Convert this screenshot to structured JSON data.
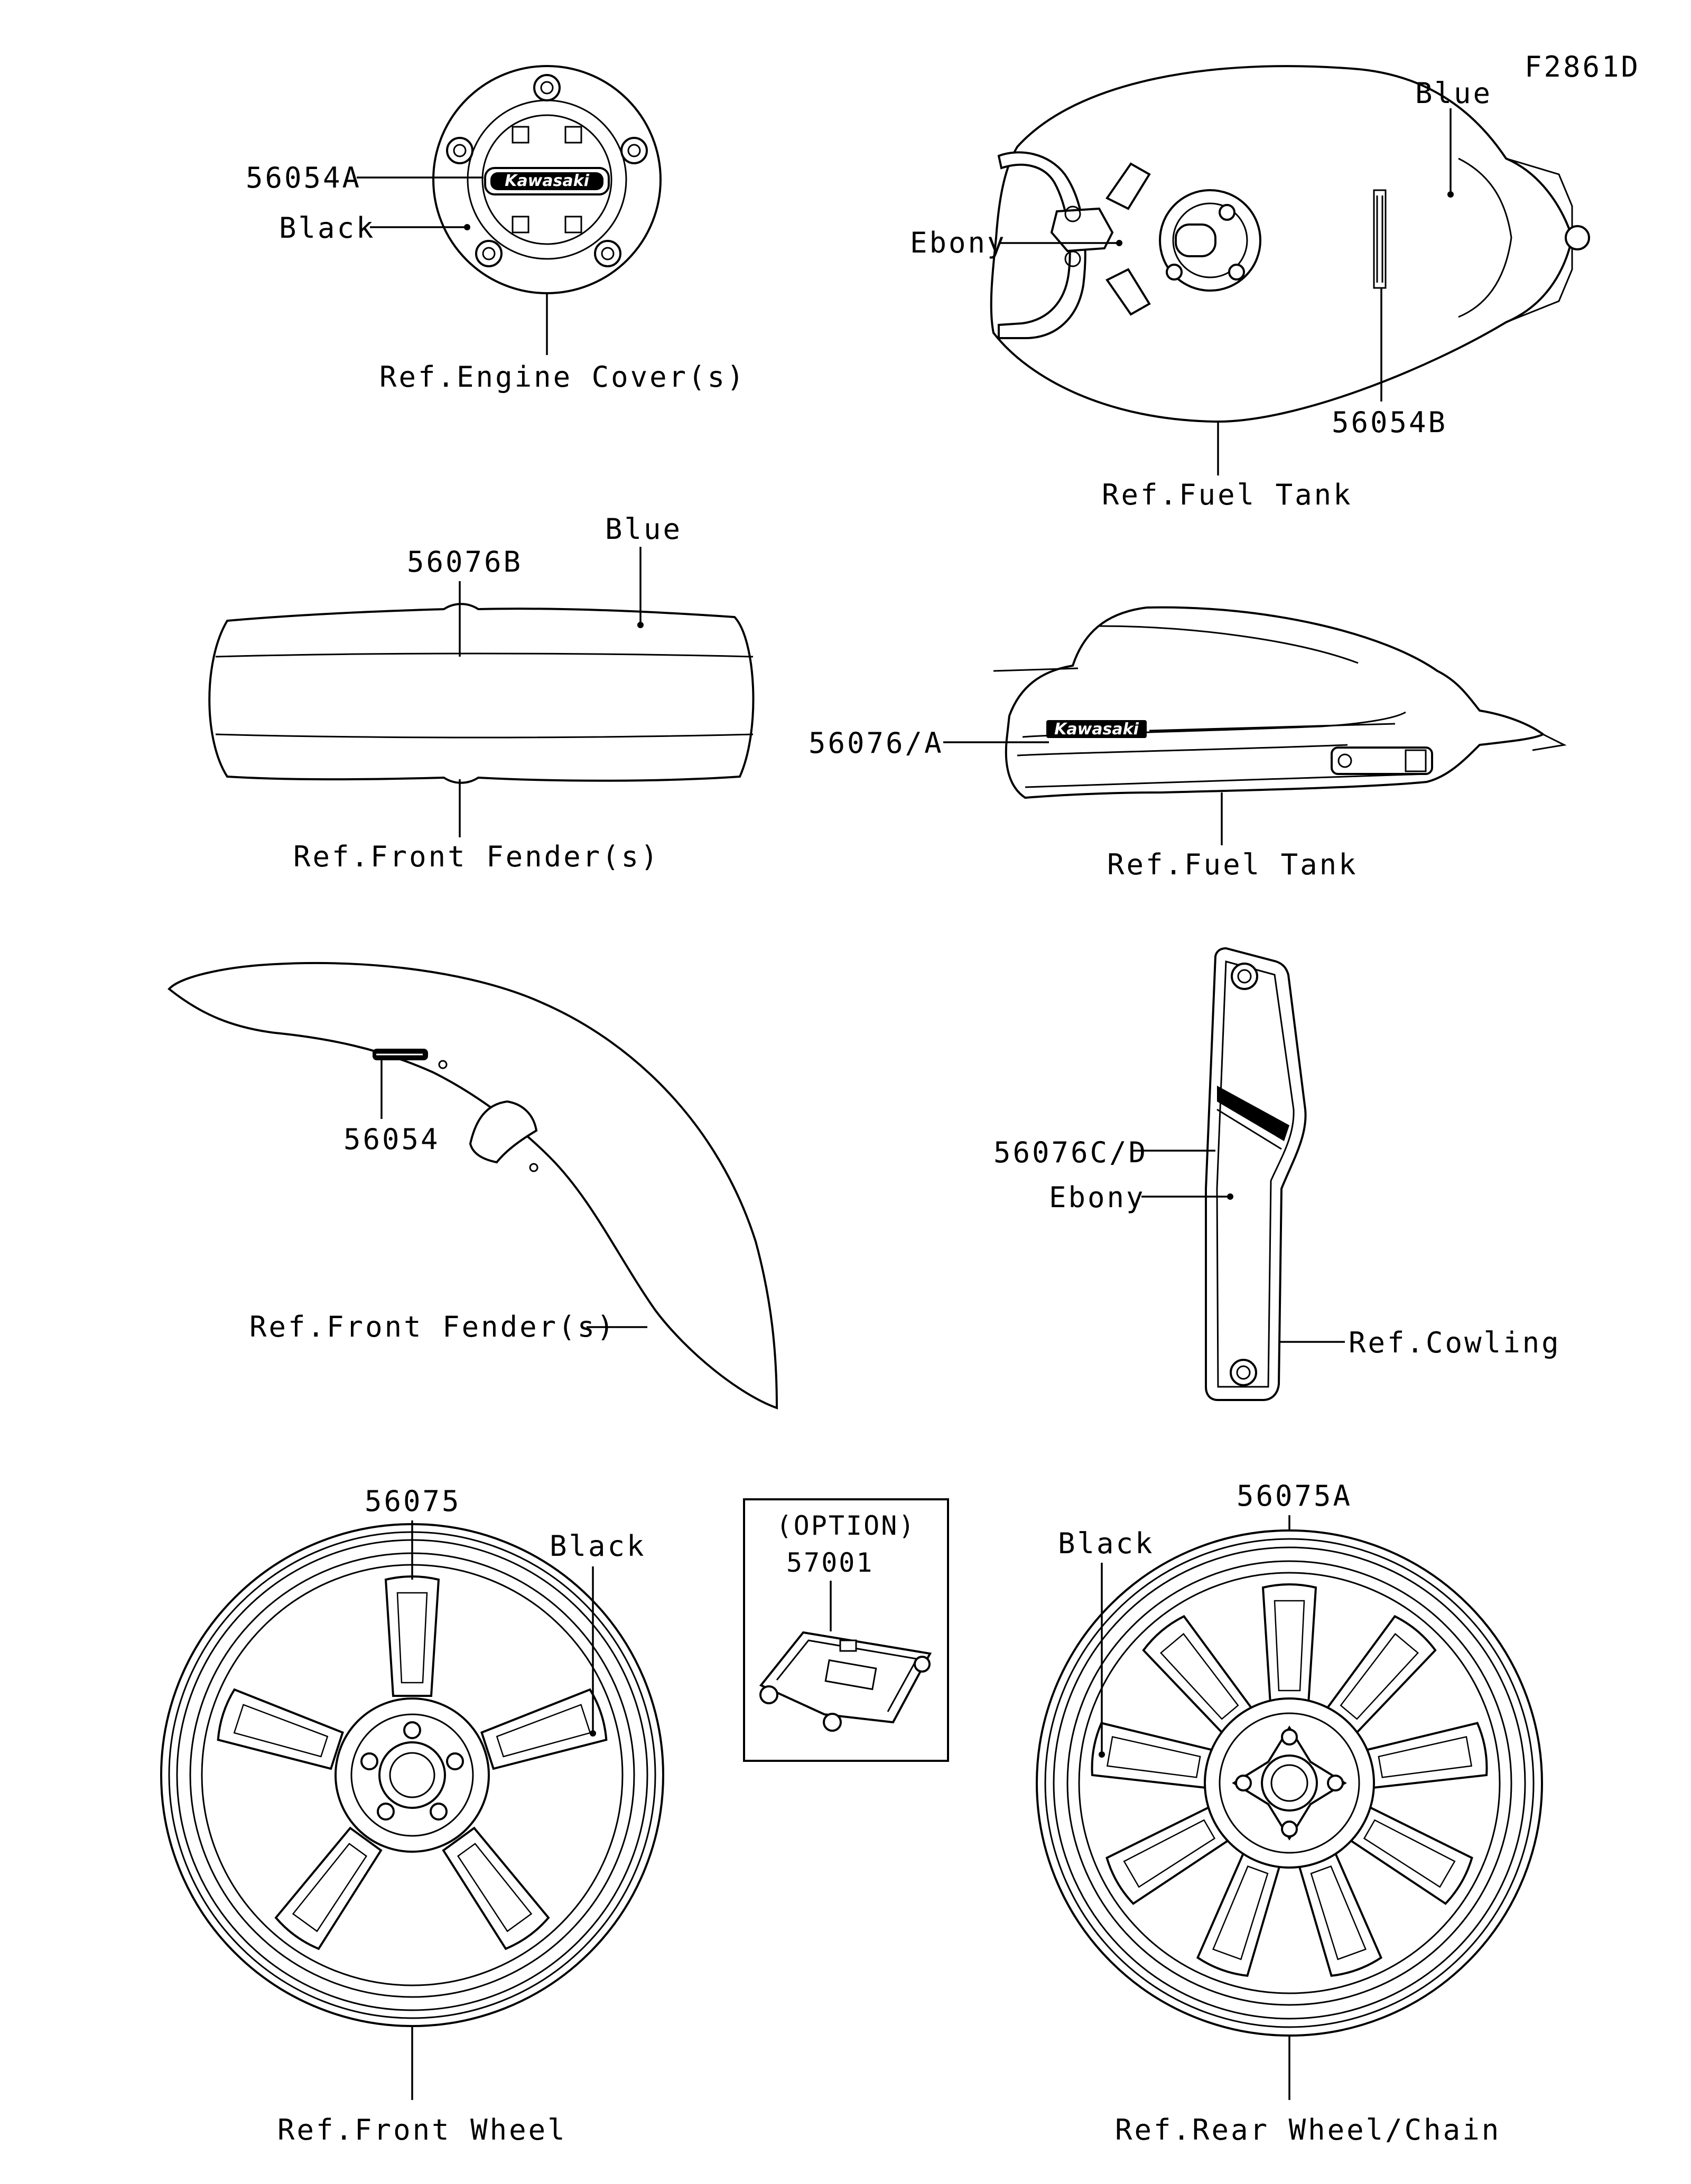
{
  "figure_code": "F2861D",
  "logo_text": "Kawasaki",
  "groups": {
    "engine_cover": {
      "part": "56054A",
      "color": "Black",
      "ref": "Ref.Engine Cover(s)"
    },
    "fuel_tank_top": {
      "color": "Blue",
      "color2": "Ebony",
      "part": "56054B",
      "ref": "Ref.Fuel Tank"
    },
    "front_fender_top": {
      "color": "Blue",
      "part": "56076B",
      "ref": "Ref.Front Fender(s)"
    },
    "fuel_tank_side": {
      "part": "56076/A",
      "ref": "Ref.Fuel Tank"
    },
    "front_fender_side": {
      "part": "56054",
      "ref": "Ref.Front Fender(s)"
    },
    "cowling": {
      "part": "56076C/D",
      "color": "Ebony",
      "ref": "Ref.Cowling"
    },
    "front_wheel": {
      "part": "56075",
      "color": "Black",
      "ref": "Ref.Front Wheel"
    },
    "option": {
      "title": "(OPTION)",
      "part": "57001"
    },
    "rear_wheel": {
      "part": "56075A",
      "color": "Black",
      "ref": "Ref.Rear Wheel/Chain"
    }
  }
}
